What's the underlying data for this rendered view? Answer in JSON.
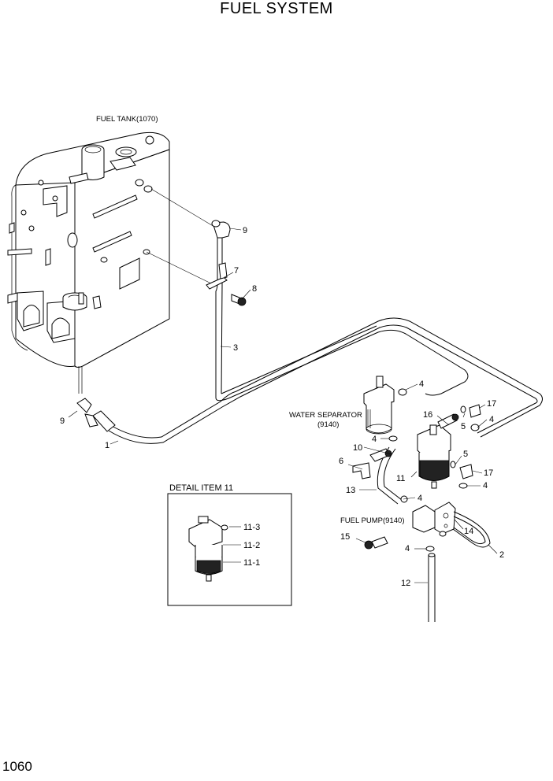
{
  "title": "FUEL SYSTEM",
  "page_number": "1060",
  "components": {
    "fuel_tank": "FUEL TANK(1070)",
    "water_separator": "WATER SEPARATOR",
    "water_separator_ref": "(9140)",
    "fuel_pump": "FUEL PUMP(9140)"
  },
  "detail": {
    "title": "DETAIL ITEM 11",
    "labels": [
      "11-3",
      "11-2",
      "11-1"
    ]
  },
  "callouts": {
    "c1": "1",
    "c2": "2",
    "c3": "3",
    "c4a": "4",
    "c4b": "4",
    "c4c": "4",
    "c4d": "4",
    "c4e": "4",
    "c4f": "4",
    "c5a": "5",
    "c5b": "5",
    "c6": "6",
    "c7": "7",
    "c8": "8",
    "c9a": "9",
    "c9b": "9",
    "c10": "10",
    "c11": "11",
    "c12": "12",
    "c13": "13",
    "c14": "14",
    "c15": "15",
    "c16": "16",
    "c17a": "17",
    "c17b": "17"
  }
}
